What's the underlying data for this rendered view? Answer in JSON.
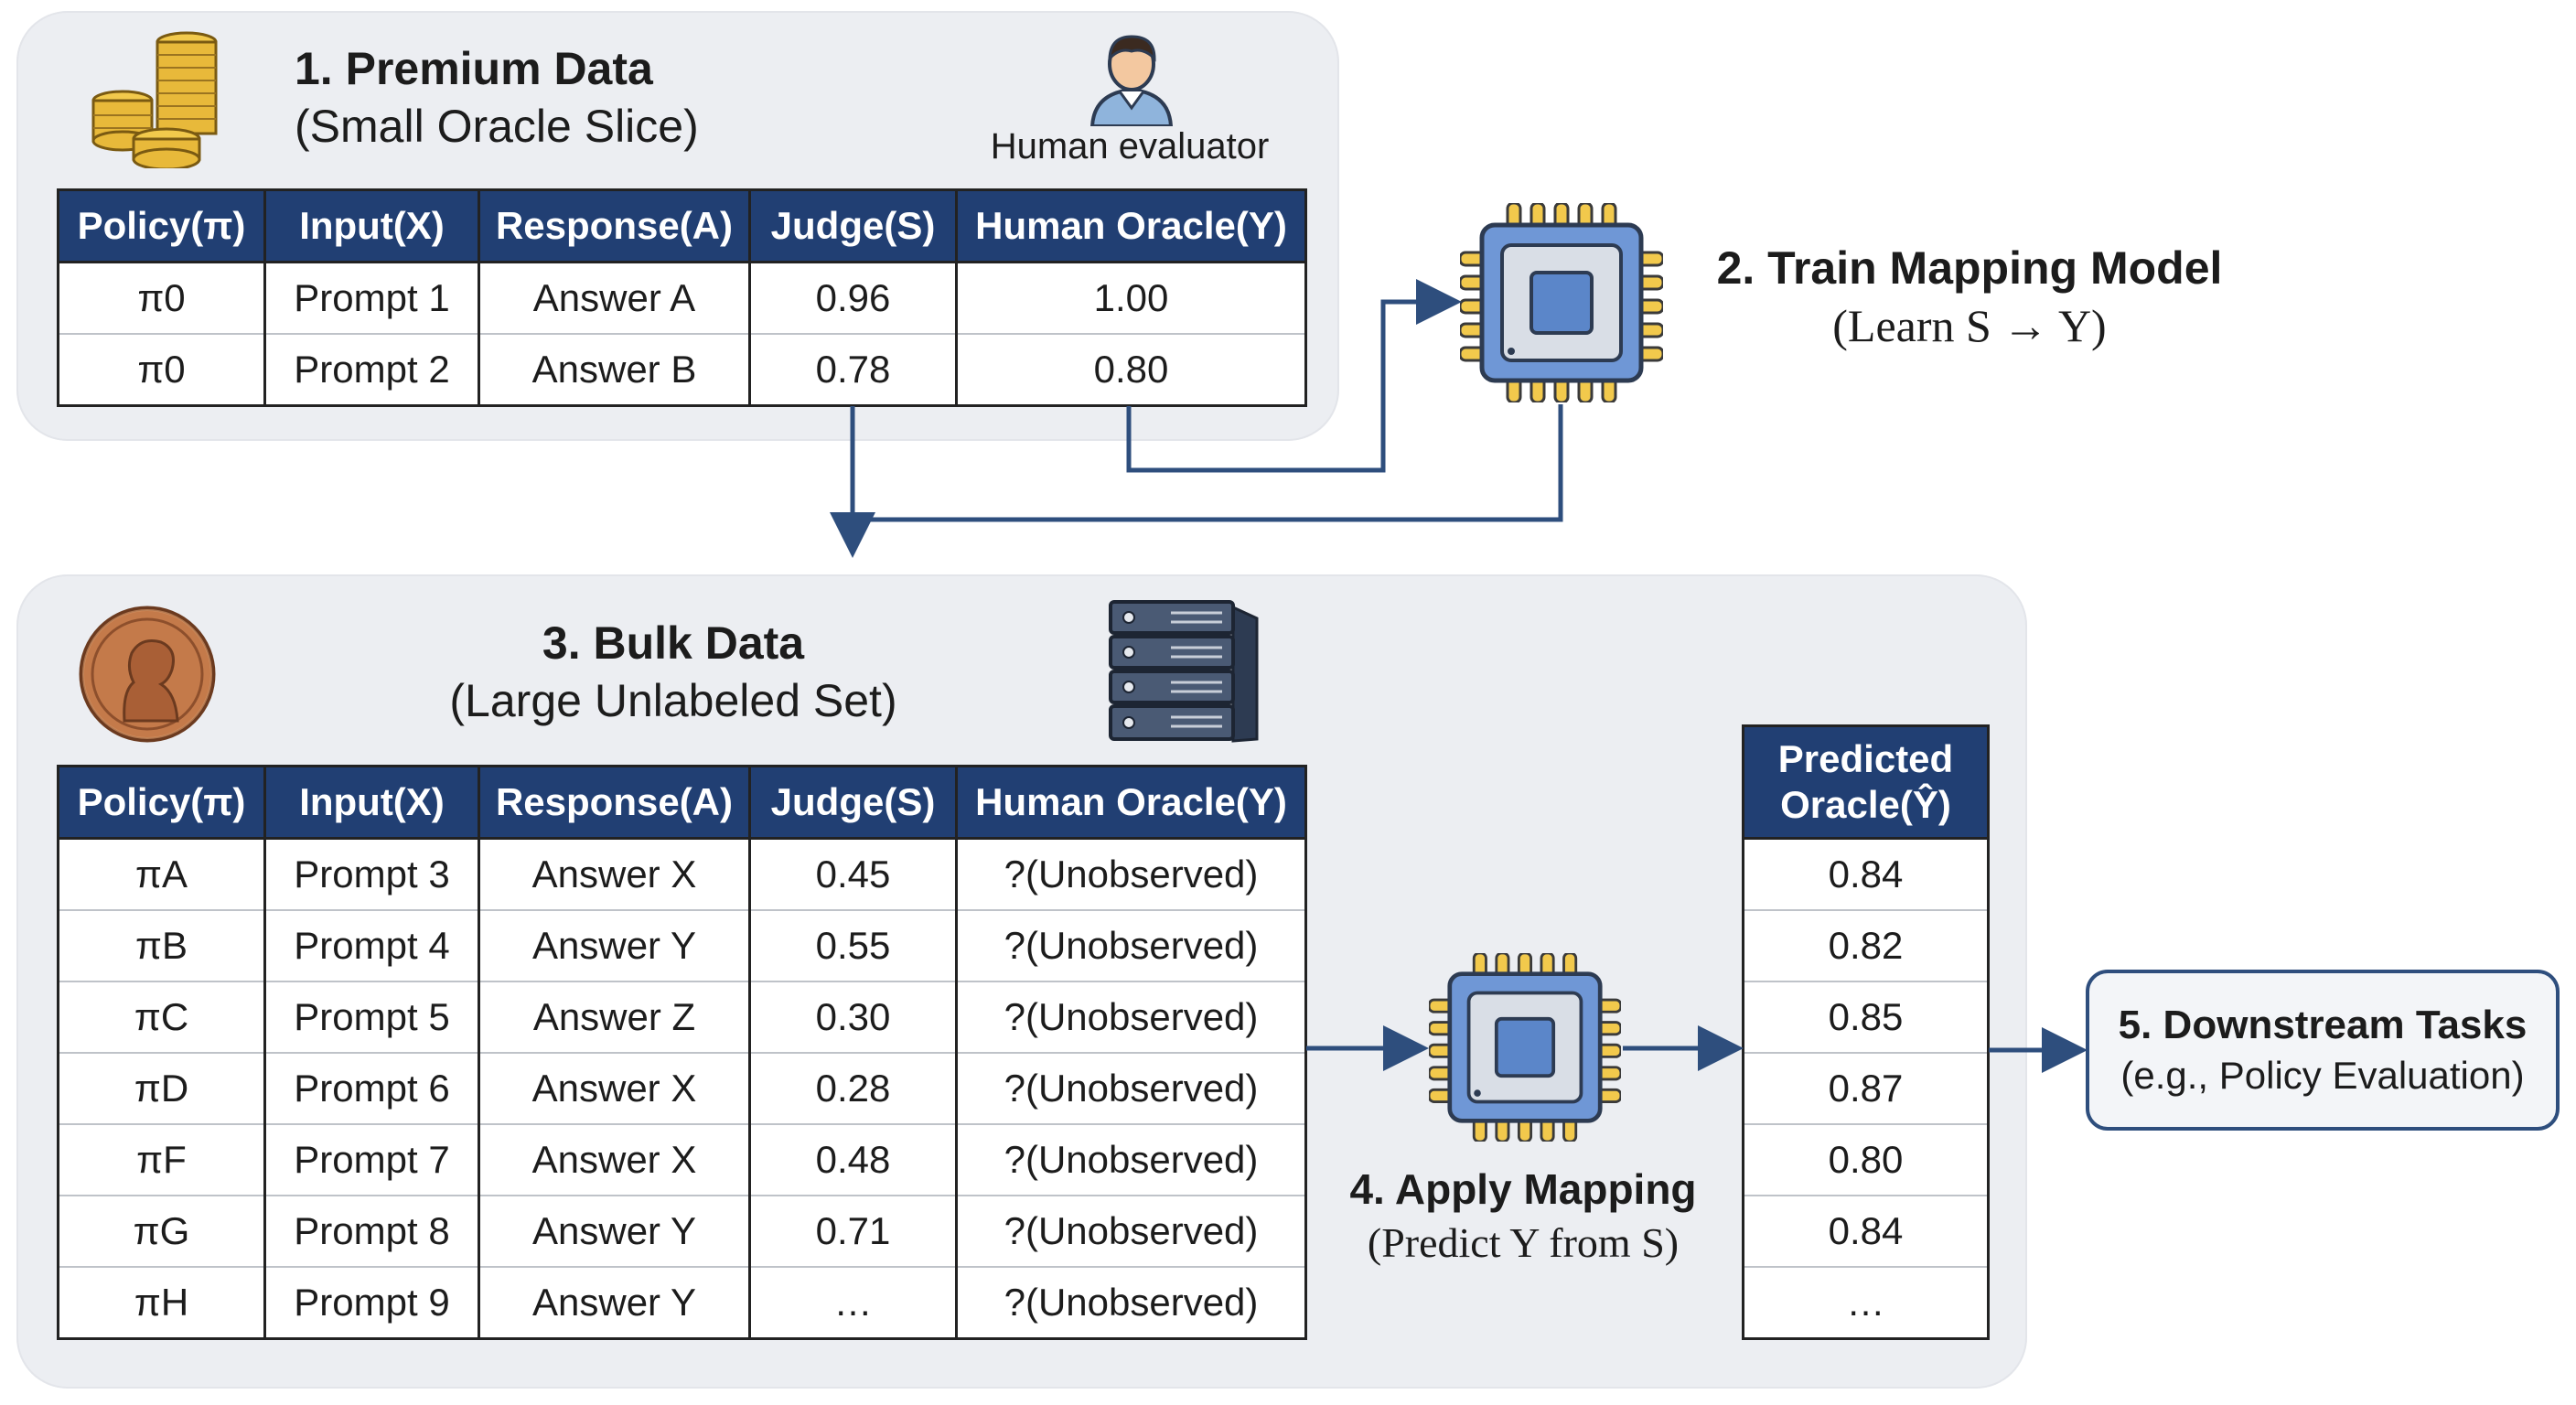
{
  "premium": {
    "title": "1. Premium Data",
    "subtitle": "(Small Oracle Slice)",
    "evaluator_label": "Human evaluator",
    "columns": [
      "Policy(π)",
      "Input(X)",
      "Response(A)",
      "Judge(S)",
      "Human Oracle(Y)"
    ],
    "rows": [
      [
        "π0",
        "Prompt 1",
        "Answer A",
        "0.96",
        "1.00"
      ],
      [
        "π0",
        "Prompt 2",
        "Answer B",
        "0.78",
        "0.80"
      ]
    ]
  },
  "train": {
    "title": "2. Train Mapping Model",
    "subtitle": "(Learn S → Y)"
  },
  "bulk": {
    "title": "3. Bulk Data",
    "subtitle": "(Large Unlabeled Set)",
    "columns": [
      "Policy(π)",
      "Input(X)",
      "Response(A)",
      "Judge(S)",
      "Human Oracle(Y)"
    ],
    "rows": [
      [
        "πA",
        "Prompt 3",
        "Answer X",
        "0.45",
        "?(Unobserved)"
      ],
      [
        "πB",
        "Prompt 4",
        "Answer Y",
        "0.55",
        "?(Unobserved)"
      ],
      [
        "πC",
        "Prompt 5",
        "Answer Z",
        "0.30",
        "?(Unobserved)"
      ],
      [
        "πD",
        "Prompt 6",
        "Answer X",
        "0.28",
        "?(Unobserved)"
      ],
      [
        "πF",
        "Prompt 7",
        "Answer X",
        "0.48",
        "?(Unobserved)"
      ],
      [
        "πG",
        "Prompt 8",
        "Answer Y",
        "0.71",
        "?(Unobserved)"
      ],
      [
        "πH",
        "Prompt 9",
        "Answer Y",
        "…",
        "?(Unobserved)"
      ]
    ]
  },
  "apply": {
    "title": "4. Apply Mapping",
    "subtitle": "(Predict Y from S)"
  },
  "predicted": {
    "header_line1": "Predicted",
    "header_line2": "Oracle(Ŷ)",
    "values": [
      "0.84",
      "0.82",
      "0.85",
      "0.87",
      "0.80",
      "0.84",
      "…"
    ]
  },
  "downstream": {
    "title": "5. Downstream Tasks",
    "subtitle": "(e.g., Policy Evaluation)"
  },
  "icons": {
    "coins": "coin-stack-icon",
    "person": "human-evaluator-icon",
    "chip": "processor-chip-icon",
    "penny": "penny-coin-icon",
    "server": "server-rack-icon"
  },
  "colors": {
    "header_bg": "#213f73",
    "arrow": "#2e4e7d",
    "panel_bg": "#eceef2",
    "chip_blue": "#5b86c9"
  }
}
